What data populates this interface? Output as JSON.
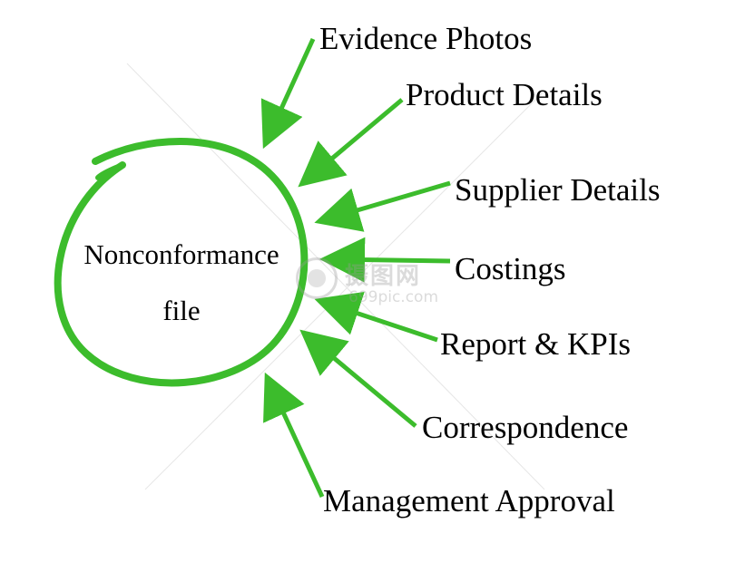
{
  "diagram": {
    "center": {
      "line1": "Nonconformance",
      "line2": "file"
    },
    "items": [
      {
        "label": "Evidence Photos"
      },
      {
        "label": "Product Details"
      },
      {
        "label": "Supplier Details"
      },
      {
        "label": "Costings"
      },
      {
        "label": "Report & KPIs"
      },
      {
        "label": "Correspondence"
      },
      {
        "label": "Management Approval"
      }
    ],
    "colors": {
      "accent": "#3cbc2c",
      "text": "#000000",
      "background": "#ffffff"
    }
  },
  "watermark": {
    "logo_icon": "camera-lens-icon",
    "name": "摄图网",
    "site": "699pic.com"
  }
}
